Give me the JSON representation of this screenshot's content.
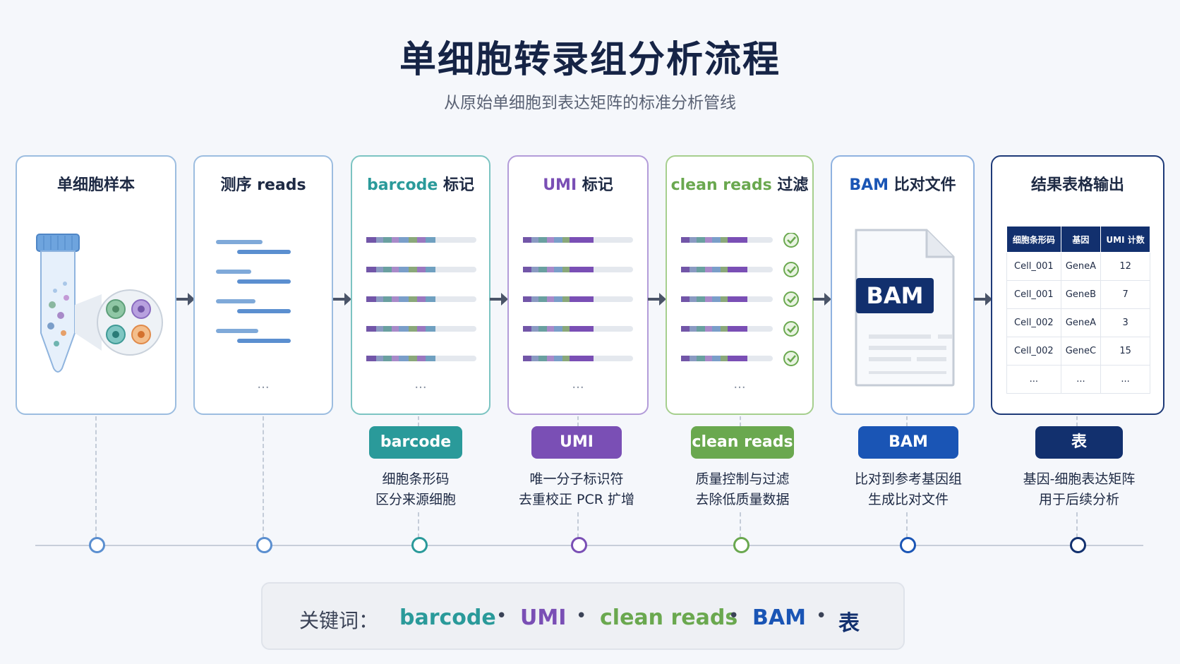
{
  "title": "单细胞转录组分析流程",
  "subtitle": "从原始单细胞到表达矩阵的标准分析管线",
  "steps": [
    {
      "title": "单细胞样本"
    },
    {
      "title": "测序 reads"
    },
    {
      "title_kw": "barcode",
      "title_rest": " 标记"
    },
    {
      "title_kw": "UMI",
      "title_rest": " 标记"
    },
    {
      "title_kw": "clean reads",
      "title_rest": " 过滤"
    },
    {
      "title_kw": "BAM",
      "title_rest": " 比对文件"
    },
    {
      "title": "结果表格输出"
    }
  ],
  "ellipsis": "...",
  "bam_label": "BAM",
  "badges": [
    {
      "label": "barcode",
      "line1": "细胞条形码",
      "line2": "区分来源细胞"
    },
    {
      "label": "UMI",
      "line1": "唯一分子标识符",
      "line2": "去重校正 PCR 扩增"
    },
    {
      "label": "clean reads",
      "line1": "质量控制与过滤",
      "line2": "去除低质量数据"
    },
    {
      "label": "BAM",
      "line1": "比对到参考基因组",
      "line2": "生成比对文件"
    },
    {
      "label": "表",
      "line1": "基因-细胞表达矩阵",
      "line2": "用于后续分析"
    }
  ],
  "table": {
    "headers": [
      "细胞条形码",
      "基因",
      "UMI 计数"
    ],
    "rows": [
      [
        "Cell_001",
        "GeneA",
        "12"
      ],
      [
        "Cell_001",
        "GeneB",
        "7"
      ],
      [
        "Cell_002",
        "GeneA",
        "3"
      ],
      [
        "Cell_002",
        "GeneC",
        "15"
      ],
      [
        "...",
        "...",
        "..."
      ]
    ]
  },
  "keywords": {
    "label": "关键词：",
    "items": [
      "barcode",
      "UMI",
      "clean reads",
      "BAM",
      "表"
    ],
    "separator": "•"
  },
  "colors": {
    "barcode": "#2a9a9a",
    "umi": "#7a4fb5",
    "clean": "#6aa84f",
    "bam": "#1a55b5",
    "table": "#12306e",
    "node_blue": "#5b8fd0"
  }
}
